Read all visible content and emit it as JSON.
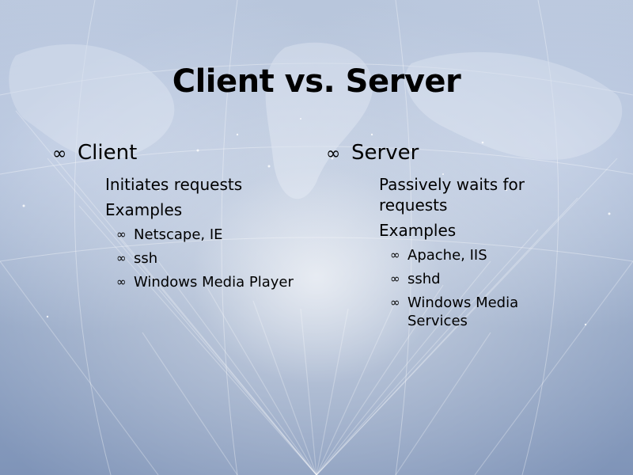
{
  "title": "Client vs. Server",
  "bullet_symbol": "∞",
  "client": {
    "heading": "Client",
    "items": [
      "Initiates requests",
      "Examples"
    ],
    "examples": [
      "Netscape, IE",
      "ssh",
      "Windows Media Player"
    ]
  },
  "server": {
    "heading": "Server",
    "items": [
      "Passively waits for requests",
      "Examples"
    ],
    "examples": [
      "Apache, IIS",
      "sshd",
      "Windows Media Services"
    ]
  }
}
